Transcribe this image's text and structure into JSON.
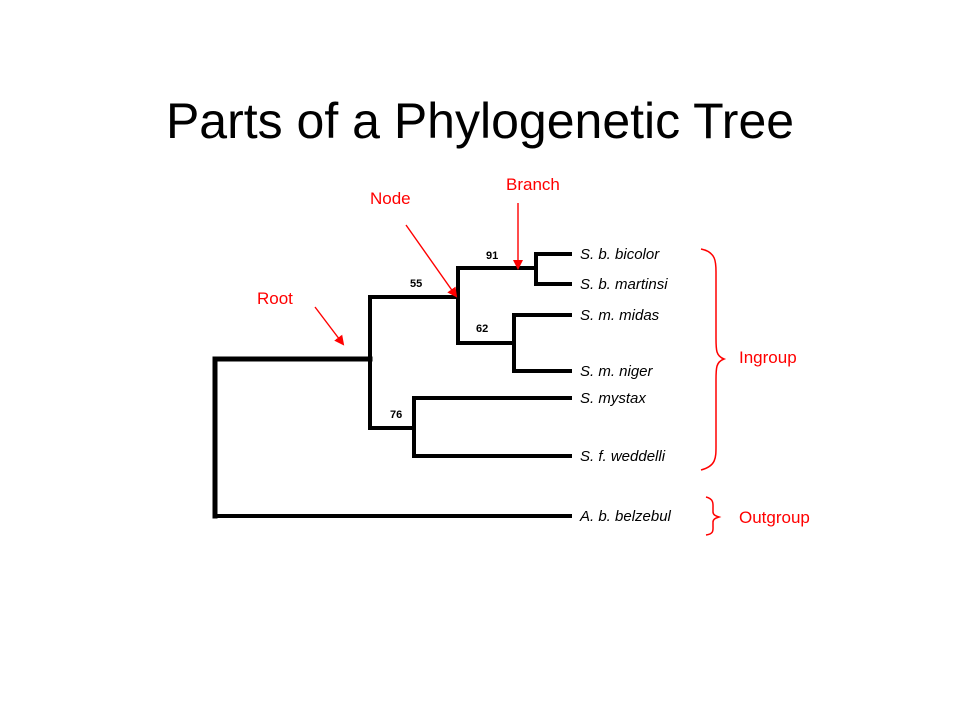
{
  "title": "Parts of a Phylogenetic Tree",
  "colors": {
    "annotation": "#ff0000",
    "tree": "#000000"
  },
  "callouts": {
    "root": "Root",
    "node": "Node",
    "branch": "Branch",
    "ingroup": "Ingroup",
    "outgroup": "Outgroup"
  },
  "taxa": [
    "S. b. bicolor",
    "S. b. martinsi",
    "S. m. midas",
    "S. m. niger",
    "S. mystax",
    "S. f. weddelli",
    "A. b. belzebul"
  ],
  "support_values": {
    "bicolor_martinsi_parent": "91",
    "bicolor_midas_clade": "55",
    "midas_niger": "62",
    "mystax_weddelli": "76"
  }
}
